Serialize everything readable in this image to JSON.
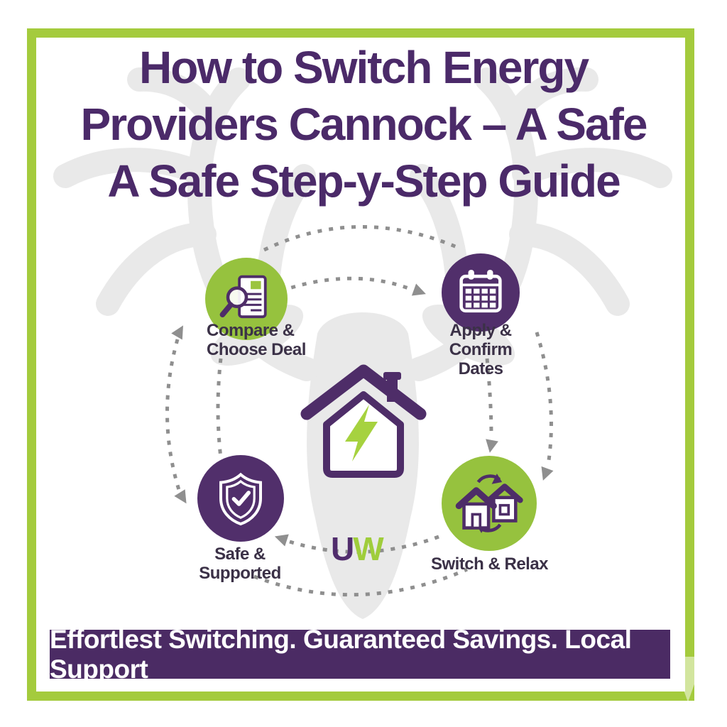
{
  "title": {
    "lines": [
      "How to Switch Energy",
      "Providers Cannock – A Safe",
      "A Safe Step-y-Step Guide"
    ]
  },
  "steps": {
    "compare": {
      "icon": "magnifier-document-icon",
      "label": [
        "Compare &",
        "Choose Deal"
      ]
    },
    "apply": {
      "icon": "calendar-icon",
      "label": [
        "Apply & Confirm",
        "Dates"
      ]
    },
    "safe": {
      "icon": "shield-check-icon",
      "label": [
        "Safe &",
        "Supported"
      ]
    },
    "switch": {
      "icon": "houses-swap-icon",
      "label": [
        "Switch & Relax"
      ]
    }
  },
  "center_icon": "house-energy-icon",
  "logo": {
    "letter_u": "U",
    "letter_w": "W"
  },
  "banner": {
    "text": "Effortlest Switching. Guaranteed Savings. Local Support"
  },
  "colors": {
    "frame_green": "#a4cb3d",
    "circle_green": "#96c23e",
    "circle_purple": "#512f6b",
    "title_purple": "#4b2a69",
    "label_dark": "#3b3147",
    "banner_bg": "#4b2b64",
    "banner_text": "#ffffff",
    "arc_gray": "#8f8f8f",
    "watermark_gray": "#e9e9e9",
    "icon_purple": "#4e2d68",
    "bolt_green": "#a6d23f",
    "logo_u_purple": "#512d6d",
    "logo_w_green": "#9fcd3b"
  }
}
